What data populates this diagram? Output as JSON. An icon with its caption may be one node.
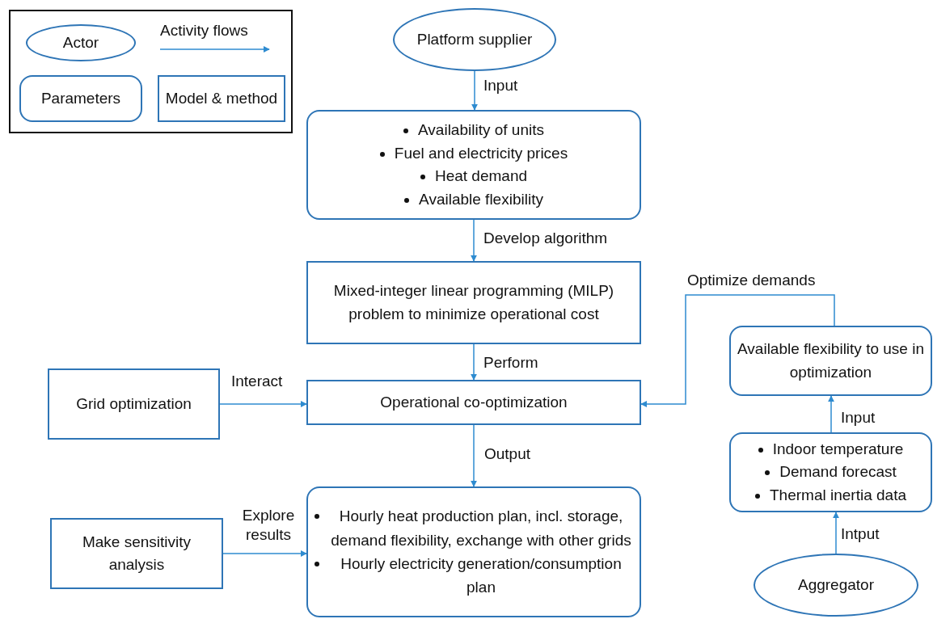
{
  "diagram": {
    "nodes": [
      {
        "text": [
          "Platform supplier"
        ]
      },
      {
        "text": [
          "Availability of units",
          "Fuel and electricity prices",
          "Heat demand",
          "Available flexibility"
        ]
      },
      {
        "text": [
          "Mixed-integer linear programming (MILP) problem to minimize operational cost"
        ]
      },
      {
        "text": [
          "Operational co-optimization"
        ]
      },
      {
        "text": [
          "Grid optimization"
        ]
      },
      {
        "text": [
          "Hourly heat production plan, incl. storage, demand flexibility, exchange with other grids",
          "Hourly electricity generation/consumption plan"
        ]
      },
      {
        "text": [
          "Make sensitivity analysis"
        ]
      },
      {
        "text": [
          "Available flexibility to use in optimization"
        ]
      },
      {
        "text": [
          "Indoor temperature",
          "Demand forecast",
          "Thermal inertia data"
        ]
      },
      {
        "text": [
          "Aggregator"
        ]
      }
    ],
    "edges": [
      {
        "from": 0,
        "to": 1,
        "arrow": "to",
        "label": "Input"
      },
      {
        "from": 1,
        "to": 2,
        "arrow": "to",
        "label": "Develop algorithm"
      },
      {
        "from": 2,
        "to": 3,
        "arrow": "to",
        "label": "Perform"
      },
      {
        "from": 4,
        "to": 3,
        "arrow": "to",
        "label": "Interact"
      },
      {
        "from": 3,
        "to": 5,
        "arrow": "to",
        "label": "Output"
      },
      {
        "from": 6,
        "to": 5,
        "arrow": "to",
        "label": "Explore results"
      },
      {
        "from": 9,
        "to": 8,
        "arrow": "to",
        "label": "Intput"
      },
      {
        "from": 8,
        "to": 7,
        "arrow": "to",
        "label": "Input"
      },
      {
        "from": 7,
        "to": 3,
        "arrow": "to",
        "label": "Optimize demands"
      }
    ],
    "legend": [
      {
        "text": "Actor"
      },
      {
        "text": "Activity flows"
      },
      {
        "text": "Parameters"
      },
      {
        "text": "Model & method"
      }
    ]
  }
}
